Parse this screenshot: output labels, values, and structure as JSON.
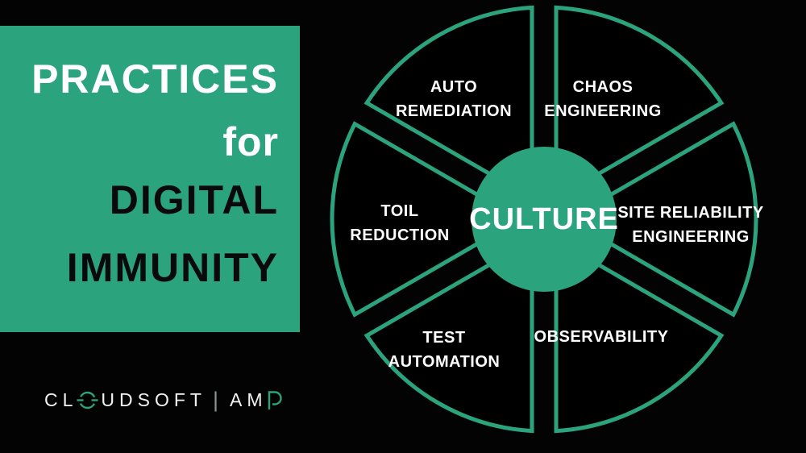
{
  "colors": {
    "green": "#2ba37d",
    "background": "#000000",
    "text_light": "#ffffff",
    "text_dark": "#0a0a0a"
  },
  "panel": {
    "lines": [
      "PRACTICES",
      "for",
      "DIGITAL",
      "IMMUNITY"
    ]
  },
  "wheel": {
    "center_label": "CULTURE",
    "segments": [
      {
        "name": "auto-remediation",
        "lines": [
          "AUTO",
          "REMEDIATION"
        ]
      },
      {
        "name": "chaos-engineering",
        "lines": [
          "CHAOS",
          "ENGINEERING"
        ]
      },
      {
        "name": "toil-reduction",
        "lines": [
          "TOIL",
          "REDUCTION"
        ]
      },
      {
        "name": "site-reliability-engineering",
        "lines": [
          "SITE RELIABILITY",
          "ENGINEERING"
        ]
      },
      {
        "name": "test-automation",
        "lines": [
          "TEST",
          "AUTOMATION"
        ]
      },
      {
        "name": "observability",
        "lines": [
          "OBSERVABILITY"
        ]
      }
    ]
  },
  "logo": {
    "cloudsoft_prefix": "CL",
    "cloudsoft_suffix": "UDSOFT",
    "divider": "|",
    "amp_prefix": "AM"
  }
}
